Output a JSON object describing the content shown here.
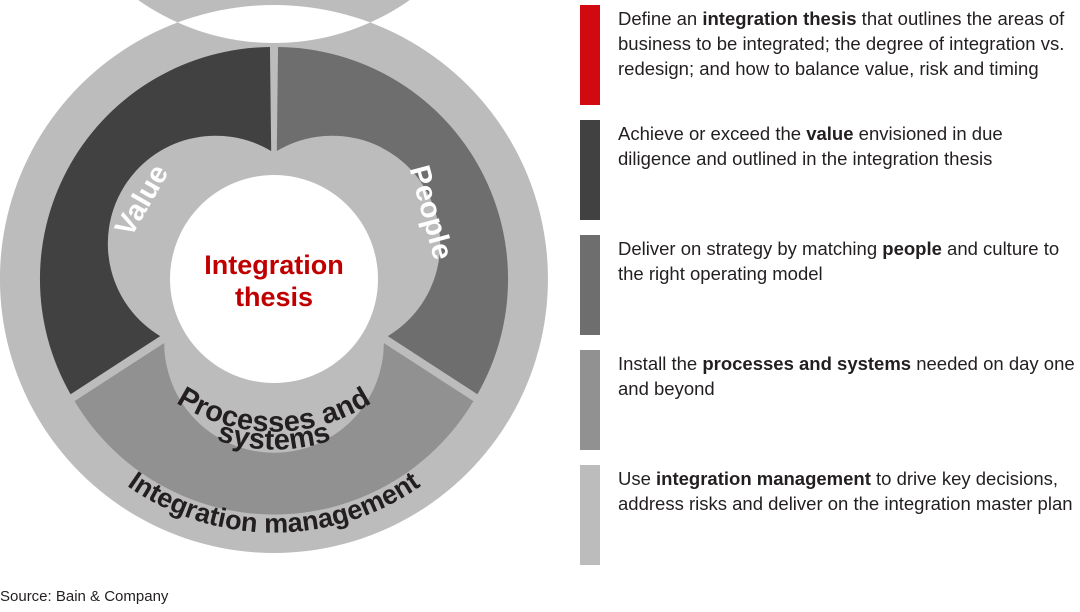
{
  "colors": {
    "accent_red": "#c00000",
    "bar_red": "#d10a11",
    "segment_value": "#414141",
    "segment_people": "#6e6e6e",
    "segment_processes": "#919191",
    "outer_ring": "#bcbcbc",
    "text_dark": "#231f20",
    "text_light": "#ffffff",
    "background": "#ffffff"
  },
  "diagram": {
    "center_label_line1": "Integration",
    "center_label_line2": "thesis",
    "outer_ring_label": "Integration management",
    "segments": [
      {
        "label": "People",
        "color": "#6e6e6e",
        "text_color": "#ffffff"
      },
      {
        "label": "Processes and systems",
        "color": "#919191",
        "text_color": "#231f20"
      },
      {
        "label": "Value",
        "color": "#414141",
        "text_color": "#ffffff"
      }
    ]
  },
  "legend": {
    "items": [
      {
        "color": "#d10a11",
        "parts": [
          {
            "text": "Define an ",
            "bold": false
          },
          {
            "text": "integration thesis",
            "bold": true
          },
          {
            "text": " that outlines the areas of business to be integrated; the degree of integration vs. redesign; and how to balance value, risk and timing",
            "bold": false
          }
        ]
      },
      {
        "color": "#414141",
        "parts": [
          {
            "text": "Achieve or exceed the ",
            "bold": false
          },
          {
            "text": "value",
            "bold": true
          },
          {
            "text": " envisioned in due diligence and outlined in the integration thesis",
            "bold": false
          }
        ]
      },
      {
        "color": "#6e6e6e",
        "parts": [
          {
            "text": "Deliver on strategy by matching ",
            "bold": false
          },
          {
            "text": "people",
            "bold": true
          },
          {
            "text": " and culture to the right operating model",
            "bold": false
          }
        ]
      },
      {
        "color": "#919191",
        "parts": [
          {
            "text": "Install the ",
            "bold": false
          },
          {
            "text": "processes and systems",
            "bold": true
          },
          {
            "text": " needed on day one and beyond",
            "bold": false
          }
        ]
      },
      {
        "color": "#bcbcbc",
        "parts": [
          {
            "text": "Use ",
            "bold": false
          },
          {
            "text": "integration management",
            "bold": true
          },
          {
            "text": " to drive key decisions, address risks and deliver on the integration master plan",
            "bold": false
          }
        ]
      }
    ]
  },
  "footer": {
    "source": "Source: Bain & Company"
  },
  "chart_data": {
    "type": "pie",
    "title": "Integration thesis",
    "categories": [
      "People",
      "Processes and systems",
      "Value"
    ],
    "values": [
      33.3,
      33.3,
      33.3
    ],
    "ring": "Integration management",
    "legend": "right"
  }
}
